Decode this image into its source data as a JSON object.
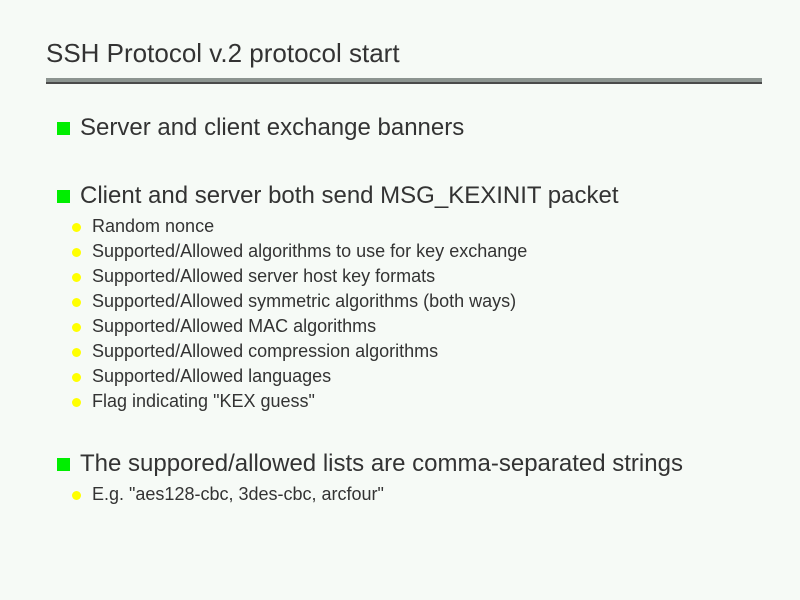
{
  "slide": {
    "title": "SSH Protocol v.2 protocol start",
    "background_color": "#f6faf6",
    "title_color": "#333333",
    "rule_color": "#8c9490",
    "level1_marker_color": "#00ee00",
    "level2_marker_color": "#ffff00",
    "body_text_color": "#333333",
    "sections": [
      {
        "heading": "Server and client exchange banners",
        "items": []
      },
      {
        "heading": "Client and server both send MSG_KEXINIT packet",
        "items": [
          "Random nonce",
          "Supported/Allowed algorithms to use for key exchange",
          "Supported/Allowed server host key formats",
          "Supported/Allowed symmetric algorithms (both ways)",
          "Supported/Allowed MAC algorithms",
          "Supported/Allowed compression algorithms",
          "Supported/Allowed languages",
          "Flag indicating \"KEX guess\""
        ]
      },
      {
        "heading": "The suppored/allowed lists are comma-separated strings",
        "items": [
          "E.g. \"aes128-cbc, 3des-cbc, arcfour\""
        ]
      }
    ]
  }
}
